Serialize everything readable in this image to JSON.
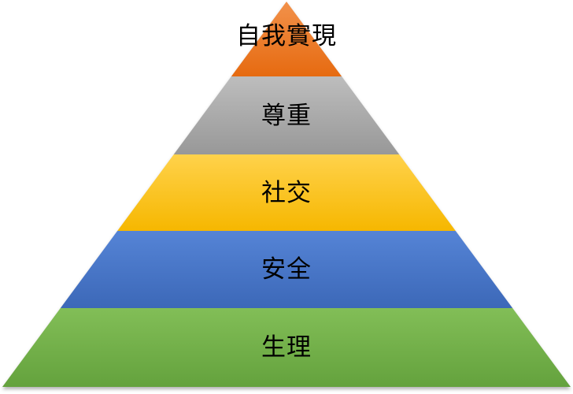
{
  "diagram": {
    "type": "pyramid",
    "background": "#FFFFFF",
    "label_color": "#000000",
    "levels": [
      {
        "label": "自我實現",
        "color_top": "#F2914A",
        "color_bottom": "#E66A10"
      },
      {
        "label": "尊重",
        "color_top": "#BDBDBD",
        "color_bottom": "#989898"
      },
      {
        "label": "社交",
        "color_top": "#FFD24B",
        "color_bottom": "#F6B700"
      },
      {
        "label": "安全",
        "color_top": "#5584D6",
        "color_bottom": "#3C68B8"
      },
      {
        "label": "生理",
        "color_top": "#82BE57",
        "color_bottom": "#64A23D"
      }
    ]
  }
}
